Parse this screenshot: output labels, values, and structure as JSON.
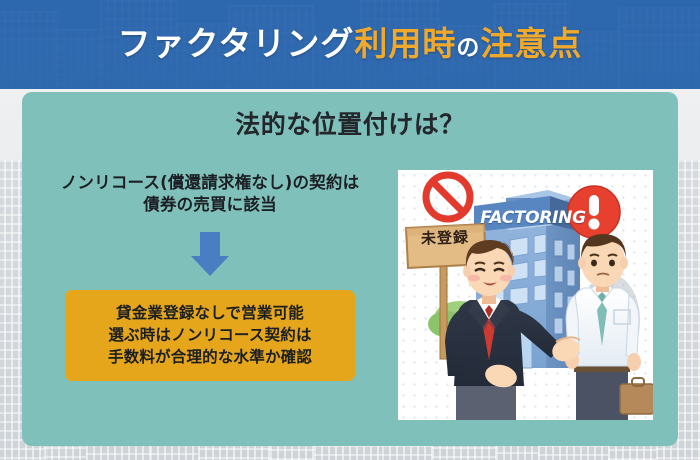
{
  "header": {
    "title_parts": [
      {
        "text": "ファクタリング",
        "color": "#ffffff",
        "style": "white"
      },
      {
        "text": "利用時",
        "color": "#f0a92a",
        "style": "gold"
      },
      {
        "text": "の",
        "color": "#ffffff",
        "style": "small-white"
      },
      {
        "text": "注意点",
        "color": "#f0a92a",
        "style": "gold"
      }
    ],
    "background_color": "#2d67ad"
  },
  "card": {
    "background_color": "#80c0ba",
    "heading": "法的な位置付けは？"
  },
  "left": {
    "lead_line_1": "ノンリコース(償還請求権なし)の契約は",
    "lead_line_2": "債券の売買に該当",
    "arrow_color": "#4a7ec2",
    "gold_box": {
      "background_color": "#e5a61b",
      "line_1": "貸金業登録なしで営業可能",
      "line_2": "選ぶ時はノンリコース契約は",
      "line_3": "手数料が合理的な水準か確認"
    }
  },
  "illustration": {
    "building_sign": "FACTORING",
    "wooden_sign": "未登録",
    "prohibition_icon": "no-entry-icon",
    "warning_icon": "exclamation-icon",
    "salesman": "businessman-dark-suit",
    "client": "man-white-shirt"
  }
}
